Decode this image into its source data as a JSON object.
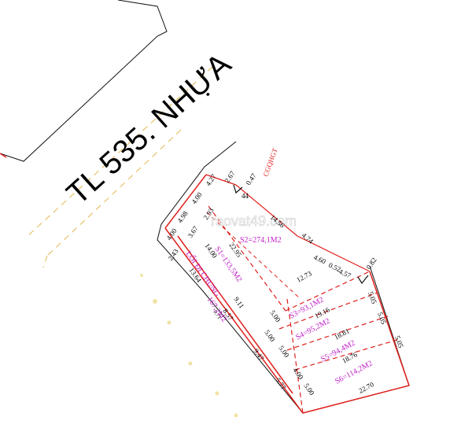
{
  "colors": {
    "boundary": "#111111",
    "lot_red": "#e0201c",
    "lot_label": "#c020c8",
    "road_dash": "#e8c36a",
    "dim_text": "#000000"
  },
  "road": {
    "name": "TL 535. NHỰA"
  },
  "cgqhgt": "CGQHGT",
  "watermark": "raovat49.com",
  "dimensions": [
    "4.27",
    "2.67",
    "0.47",
    "44",
    "4.00",
    "4.98",
    "2.93",
    "4.00",
    "3.67",
    "2.43",
    "14.00",
    "13.64",
    "14.56",
    "4.74",
    "4.60",
    "0.52",
    "4.57",
    "0.82",
    "5.05",
    "5.05",
    "5.05",
    "22.95",
    "12.73",
    "9.11",
    "5.00",
    "5.00",
    "5.00",
    "4.00",
    "5.00",
    "19.16",
    "18.81",
    "18.76",
    "22.70",
    "8.57",
    "0.71",
    "9.47",
    "5.77"
  ],
  "lots": {
    "s1": "S1=133,5M2",
    "s2": "S2=274,1M2",
    "s3": "S3=93,1M2",
    "s4": "S4=95,2M2",
    "s5": "S5=94,4M2",
    "s6": "S6=114,2M2",
    "common_path": "LỐI ĐI CHUNG",
    "common_area": "167,2M2"
  }
}
